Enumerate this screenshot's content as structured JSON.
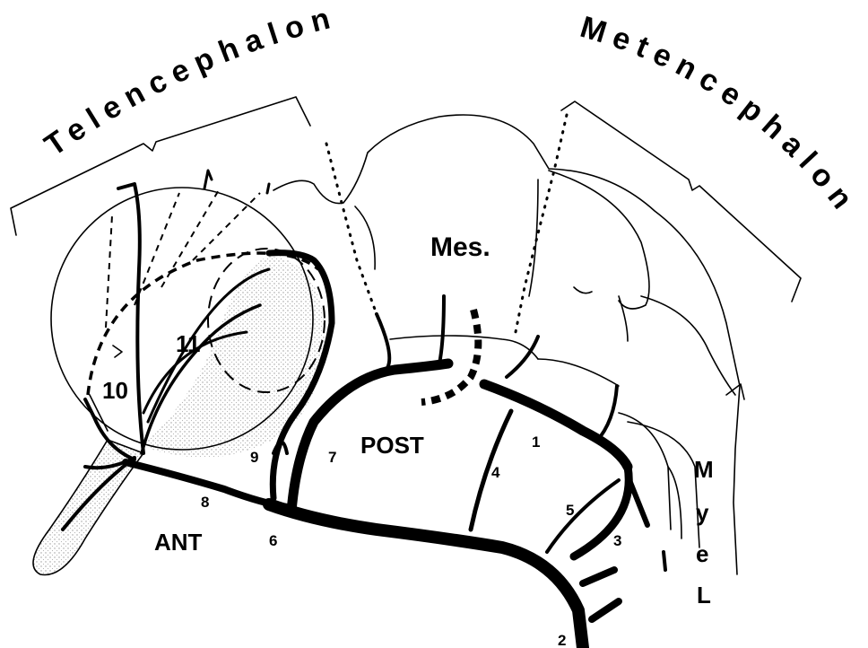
{
  "regions": {
    "telencephalon": "Telencephalon",
    "metencephalon": "Metencephalon",
    "mesencephalon": "Mes.",
    "myelencephalon": [
      "M",
      "y",
      "e",
      "L"
    ]
  },
  "vessel_labels": {
    "post": "POST",
    "ant": "ANT"
  },
  "numbers": {
    "n1": "1",
    "n2": "2",
    "n3": "3",
    "n4": "4",
    "n5": "5",
    "n6": "6",
    "n7": "7",
    "n8": "8",
    "n9": "9",
    "n10": "10",
    "n11": "11"
  },
  "colors": {
    "ink": "#000000",
    "stipple": "#bdbdbd",
    "background": "#ffffff"
  }
}
